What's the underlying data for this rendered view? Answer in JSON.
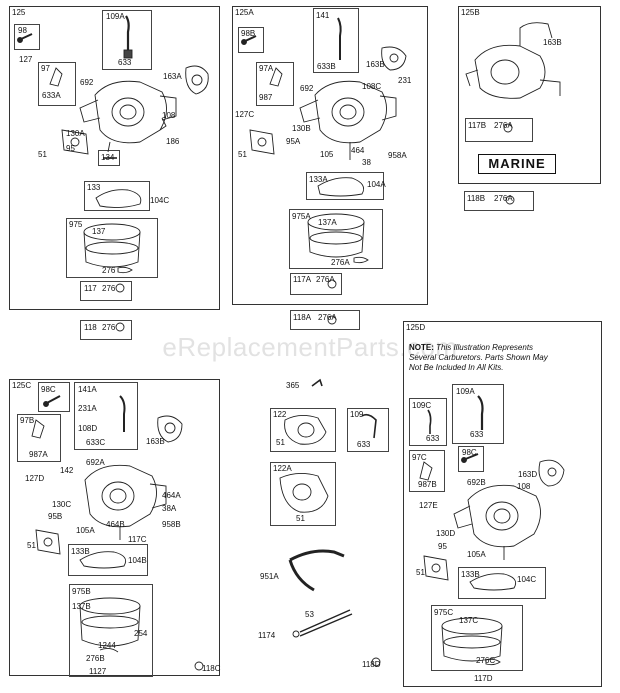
{
  "watermark": "eReplacementParts.com",
  "note": {
    "prefix": "NOTE:",
    "text": "This Illustration Represents Several Carburetors. Parts Shown May Not Be Included In All Kits."
  },
  "marine": "MARINE",
  "panels": {
    "p125": "125",
    "p125A": "125A",
    "p125B": "125B",
    "p125C": "125C",
    "p125D": "125D"
  },
  "labels": {
    "l98": "98",
    "l127": "127",
    "l109A": "109A",
    "l633": "633",
    "l97": "97",
    "l633A": "633A",
    "l692": "692",
    "l163A": "163A",
    "l108": "108",
    "l130A": "130A",
    "l186": "186",
    "l51": "51",
    "l95": "95",
    "l134": "134",
    "l133": "133",
    "l104C": "104C",
    "l975": "975",
    "l137": "137",
    "l276": "276",
    "l117": "117",
    "l276b": "276",
    "l118": "118",
    "l276c": "276",
    "a98B": "98B",
    "a127C": "127C",
    "a141": "141",
    "a633B": "633B",
    "a163B": "163B",
    "a231": "231",
    "a97A": "97A",
    "a987": "987",
    "a692": "692",
    "a108C": "108C",
    "a130B": "130B",
    "a95A": "95A",
    "a51": "51",
    "a105": "105",
    "a464": "464",
    "a38": "38",
    "a958A": "958A",
    "a133A": "133A",
    "a104A": "104A",
    "a975A": "975A",
    "a137A": "137A",
    "a276A": "276A",
    "a117A": "117A",
    "a276Ab": "276A",
    "a118A": "118A",
    "a276Ac": "276A",
    "b163B": "163B",
    "b117B": "117B",
    "b276A": "276A",
    "b118B": "118B",
    "b276Ab": "276A",
    "c98C": "98C",
    "c141A": "141A",
    "c231A": "231A",
    "c108D": "108D",
    "c633C": "633C",
    "c163B": "163B",
    "c97B": "97B",
    "c987A": "987A",
    "c692A": "692A",
    "c142": "142",
    "c127D": "127D",
    "c464A": "464A",
    "c130C": "130C",
    "c38A": "38A",
    "c95B": "95B",
    "c958B": "958B",
    "c464B": "464B",
    "c105A": "105A",
    "c117C": "117C",
    "c51": "51",
    "c133B": "133B",
    "c104B": "104B",
    "c975B": "975B",
    "c137B": "137B",
    "c254": "254",
    "c1244": "1244",
    "c276B": "276B",
    "c1127": "1127",
    "c118C": "118C",
    "m365": "365",
    "m122": "122",
    "m51": "51",
    "m109": "109",
    "m633": "633",
    "m122A": "122A",
    "m51b": "51",
    "m951A": "951A",
    "m53": "53",
    "m1174": "1174",
    "m118D": "118D",
    "d109A": "109A",
    "d109C": "109C",
    "d633": "633",
    "d633b": "633",
    "d97C": "97C",
    "d98C": "98C",
    "d163D": "163D",
    "d987B": "987B",
    "d692B": "692B",
    "d108": "108",
    "d127E": "127E",
    "d130D": "130D",
    "d95": "95",
    "d105A": "105A",
    "d51": "51",
    "d133B": "133B",
    "d104C": "104C",
    "d975C": "975C",
    "d137C": "137C",
    "d276C": "276C",
    "d117D": "117D"
  }
}
